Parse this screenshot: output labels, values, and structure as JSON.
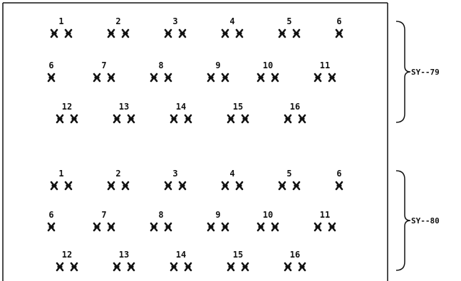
{
  "panels": [
    {
      "label": "SY--79",
      "rows": [
        [
          "1",
          "2",
          "3",
          "4",
          "5",
          "6"
        ],
        [
          "6",
          "7",
          "8",
          "9",
          "10",
          "11"
        ],
        [
          "12",
          "13",
          "14",
          "15",
          "16"
        ]
      ]
    },
    {
      "label": "SY--80",
      "rows": [
        [
          "1",
          "2",
          "3",
          "4",
          "5",
          "6"
        ],
        [
          "6",
          "7",
          "8",
          "9",
          "10",
          "11"
        ],
        [
          "12",
          "13",
          "14",
          "15",
          "16"
        ]
      ]
    }
  ],
  "pair_counts": [
    [
      2,
      2,
      2,
      2,
      2,
      1
    ],
    [
      1,
      2,
      2,
      2,
      2,
      2
    ],
    [
      2,
      2,
      2,
      2,
      2
    ]
  ]
}
